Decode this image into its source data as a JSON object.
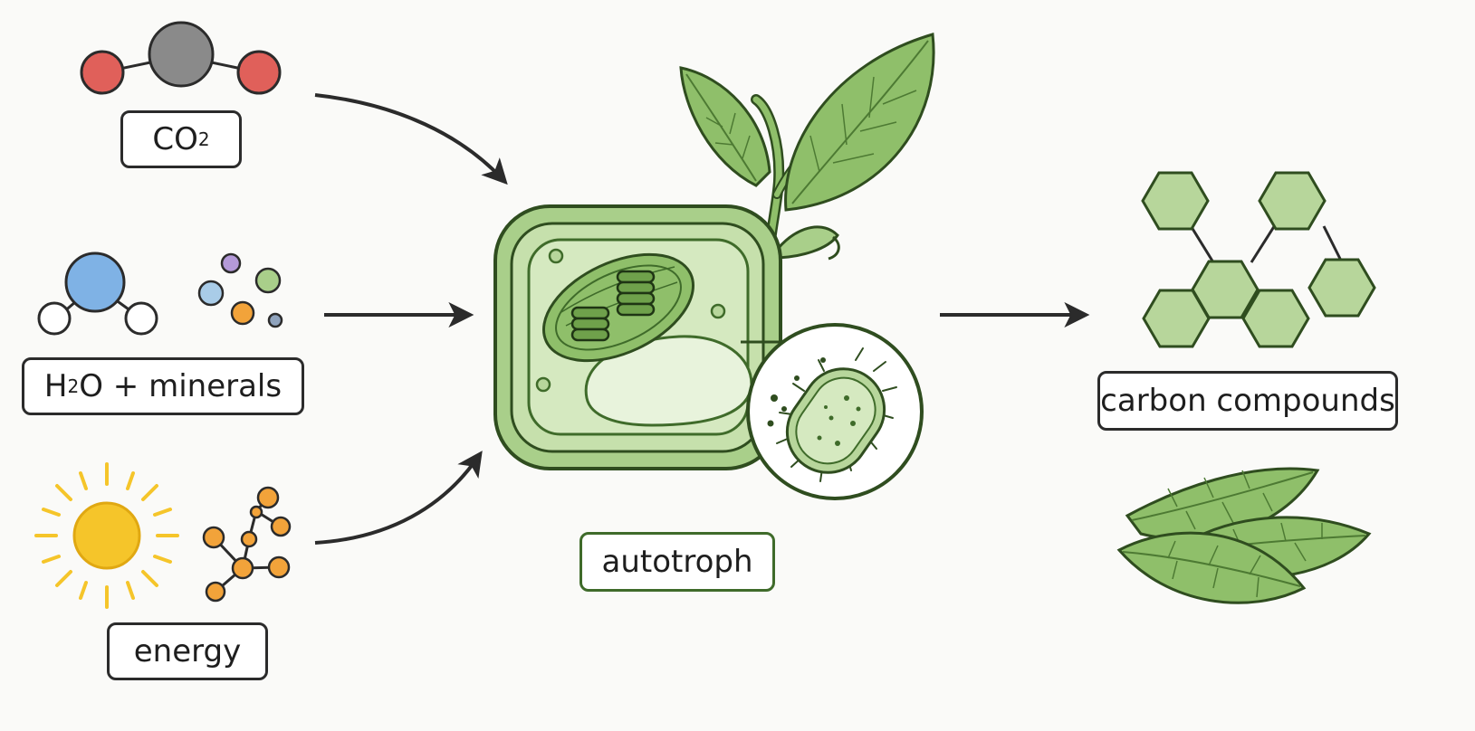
{
  "inputs": {
    "co2": {
      "main": "CO",
      "sub": "2",
      "suffix": ""
    },
    "water": {
      "main": "H",
      "sub": "2",
      "suffix": "O + minerals"
    },
    "energy": {
      "label": "energy"
    }
  },
  "center": {
    "label": "autotroph"
  },
  "output": {
    "label": "carbon compounds"
  },
  "colors": {
    "ink": "#2b2b2b",
    "plant_green": "#8fbf6a",
    "light_green": "#cfe6b8",
    "oxygen_red": "#e0605a",
    "carbon_gray": "#8a8a8a",
    "water_blue": "#7fb2e5",
    "sun_yellow": "#f5c52a",
    "orange": "#f2a33a",
    "purple": "#b49ad9"
  }
}
